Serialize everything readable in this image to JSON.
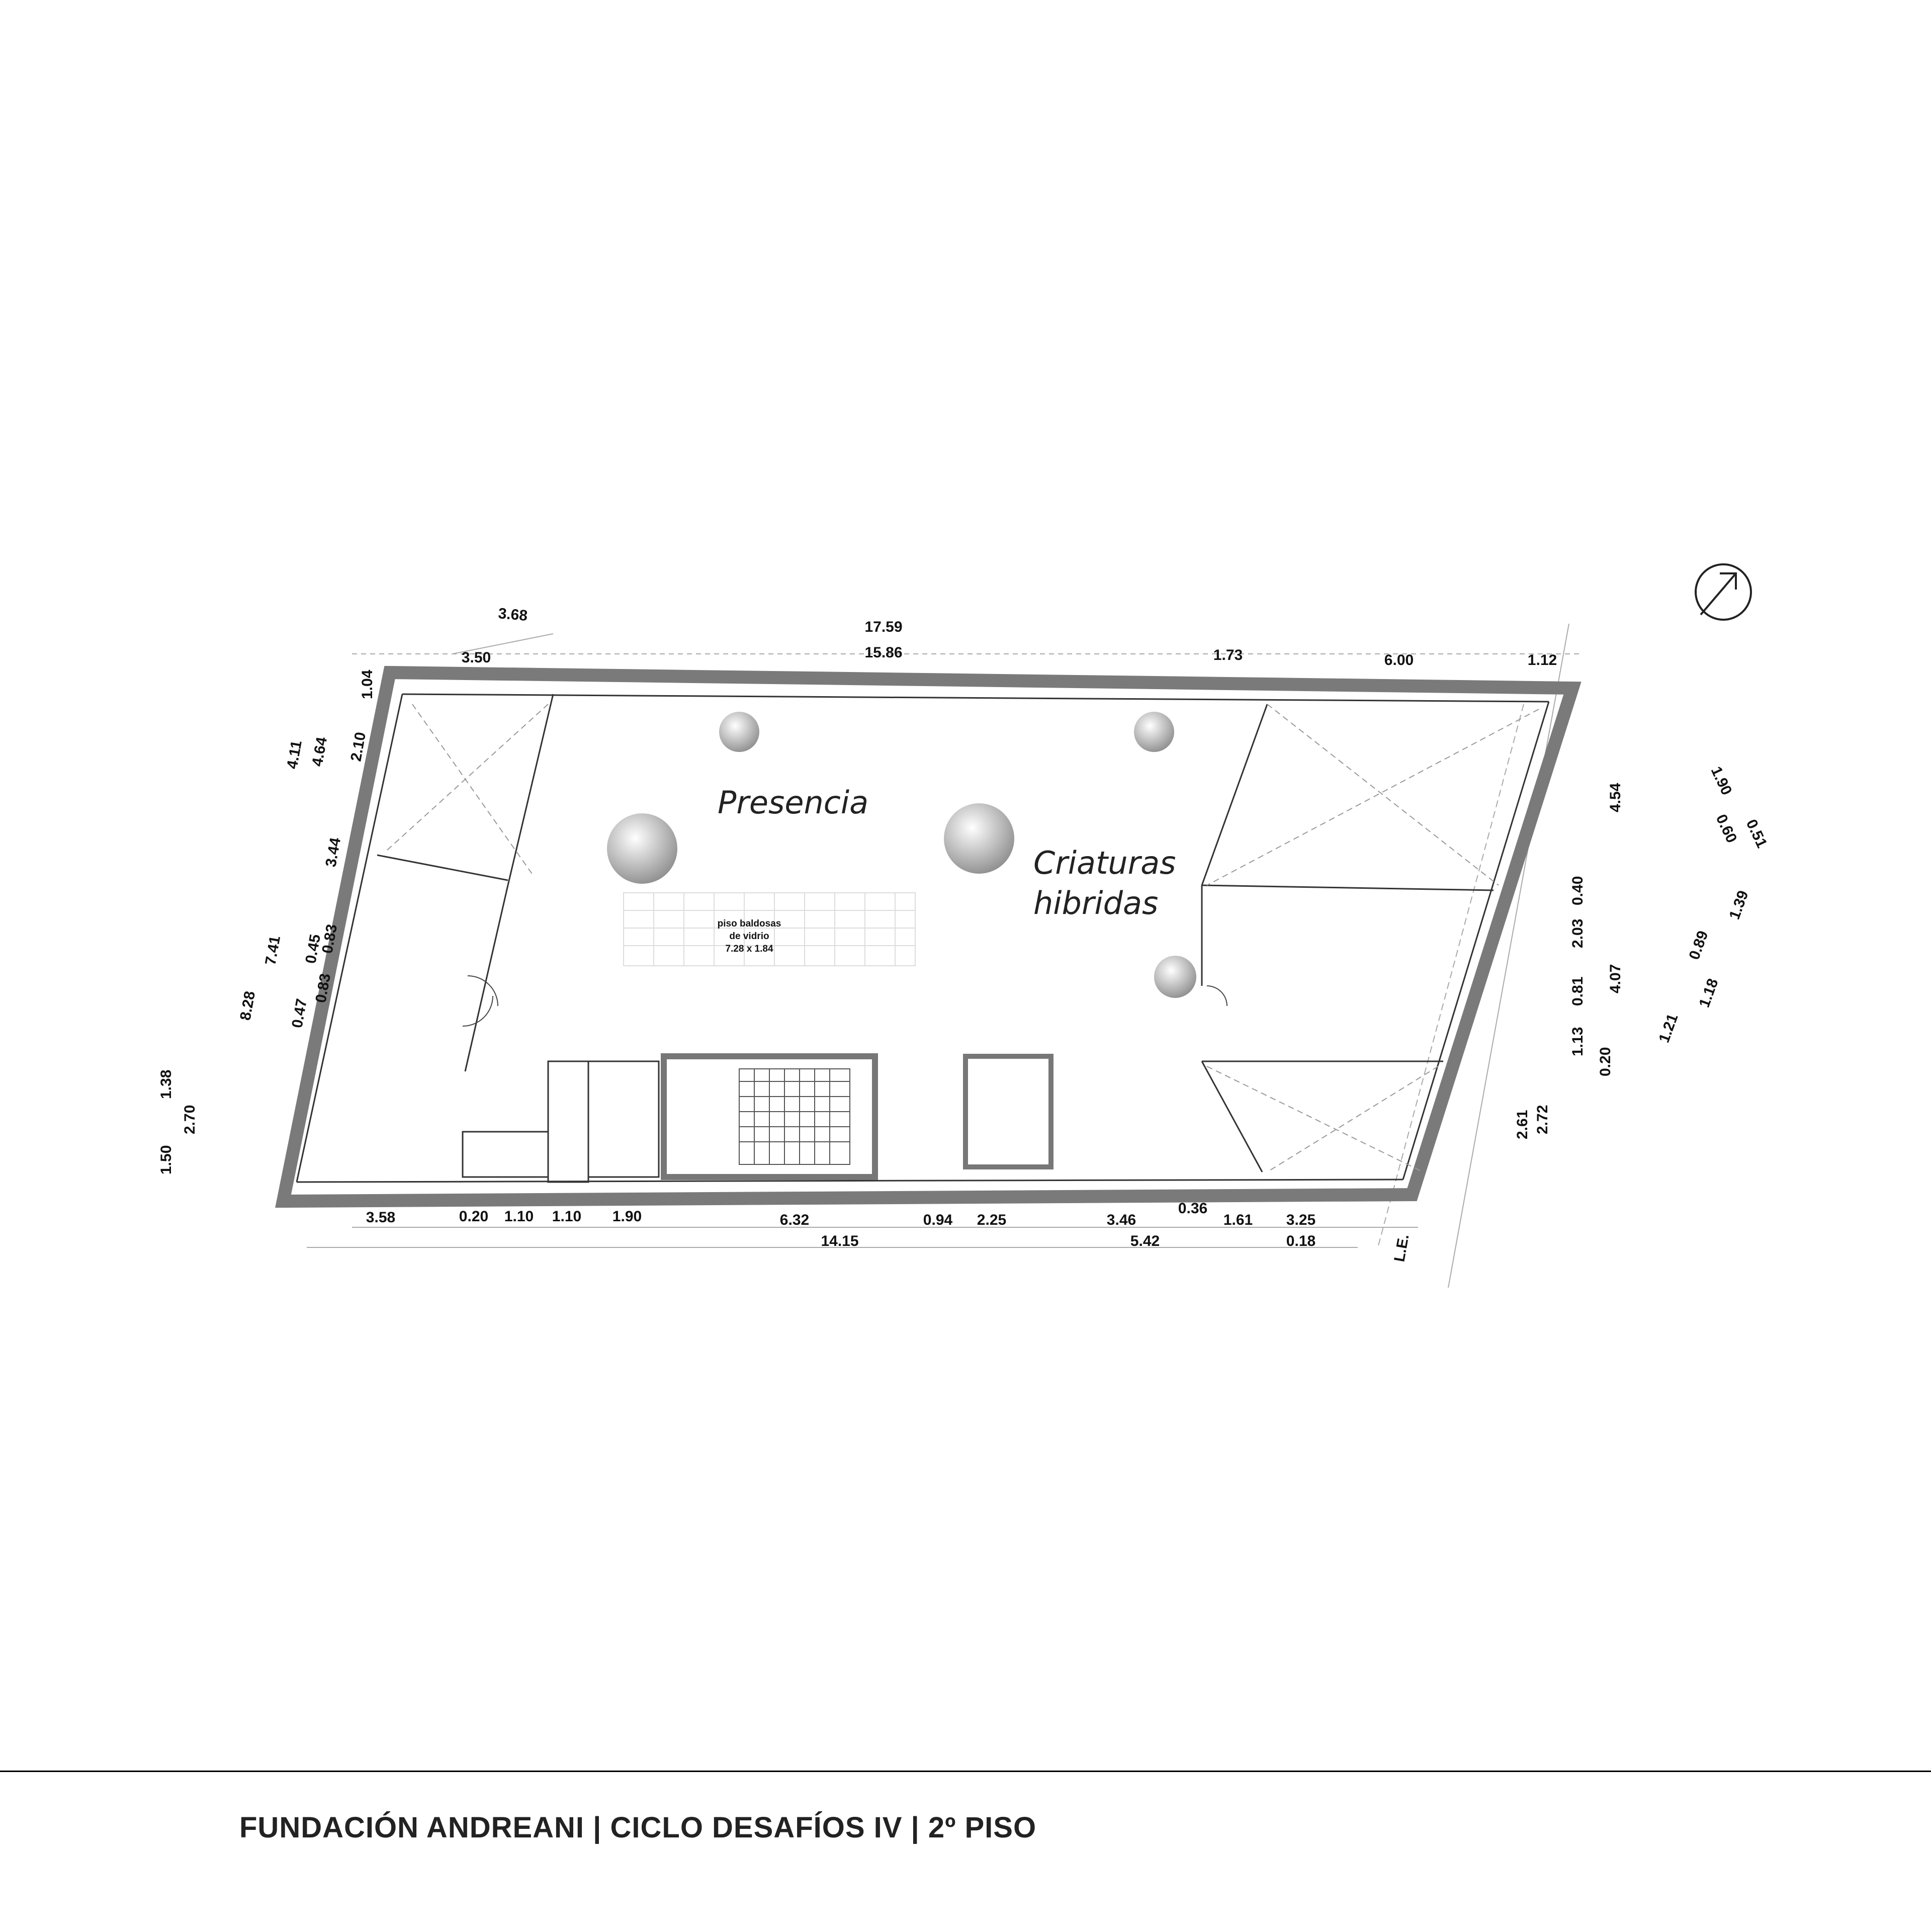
{
  "title": "FUNDACIÓN ANDREANI | CICLO DESAFÍOS IV | 2º PISO",
  "rooms": {
    "presencia": "Presencia",
    "criaturas_line1": "Criaturas",
    "criaturas_line2": "hibridas"
  },
  "floor_note": {
    "line1": "piso baldosas",
    "line2": "de vidrio",
    "line3": "7.28 x 1.84"
  },
  "marker_le": "L.E.",
  "icons": {
    "north": "north-arrow-icon"
  },
  "colors": {
    "wall": "#7a7a7a",
    "line": "#333333",
    "guide": "#aaaaaa",
    "column_light": "#ffffff",
    "column_dark": "#8c8c8c"
  },
  "dimensions": {
    "top": [
      "3.68",
      "17.59",
      "3.50",
      "15.86",
      "1.73",
      "6.00",
      "1.12"
    ],
    "left": [
      "1.04",
      "2.10",
      "4.64",
      "4.11",
      "3.44",
      "0.83",
      "0.45",
      "0.83",
      "0.47",
      "7.41",
      "8.28",
      "1.38",
      "2.70",
      "1.50"
    ],
    "bottom": [
      "3.58",
      "0.20",
      "1.10",
      "1.10",
      "1.90",
      "6.32",
      "0.94",
      "2.25",
      "3.46",
      "0.36",
      "1.61",
      "3.25",
      "14.15",
      "5.42",
      "0.18"
    ],
    "right": [
      "4.54",
      "0.40",
      "2.03",
      "4.07",
      "1.13",
      "0.81",
      "0.20",
      "2.61",
      "2.72"
    ],
    "far_right": [
      "1.90",
      "0.60",
      "0.51",
      "1.39",
      "0.89",
      "1.18",
      "1.21"
    ]
  }
}
